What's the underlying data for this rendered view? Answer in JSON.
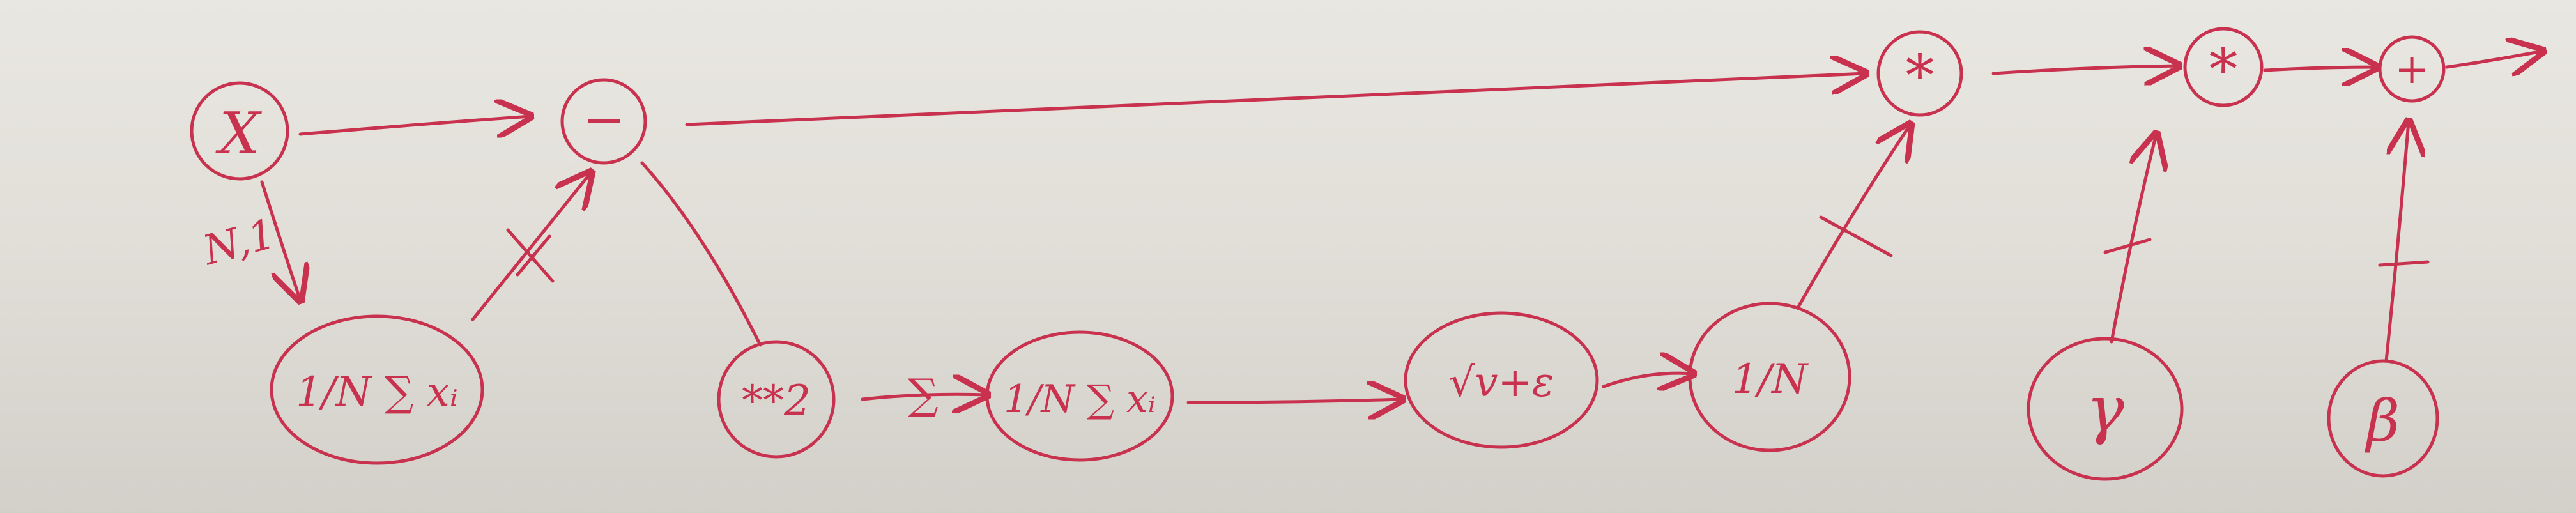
{
  "diagram": {
    "ink_color": "#c8324e",
    "paper_color": "#e6e3dd",
    "nodes": {
      "x": "X",
      "minus": "−",
      "mean": "1/N ∑ xᵢ",
      "square": "**2",
      "variance": "1/N ∑ xᵢ",
      "sqrt": "√v+ε",
      "reciprocal": "1/N",
      "mul1": "*",
      "mul2": "*",
      "plus": "+",
      "gamma": "γ",
      "beta": "β"
    },
    "edge_labels": {
      "x_to_mean": "N,1",
      "square_to_variance": "∑"
    }
  }
}
